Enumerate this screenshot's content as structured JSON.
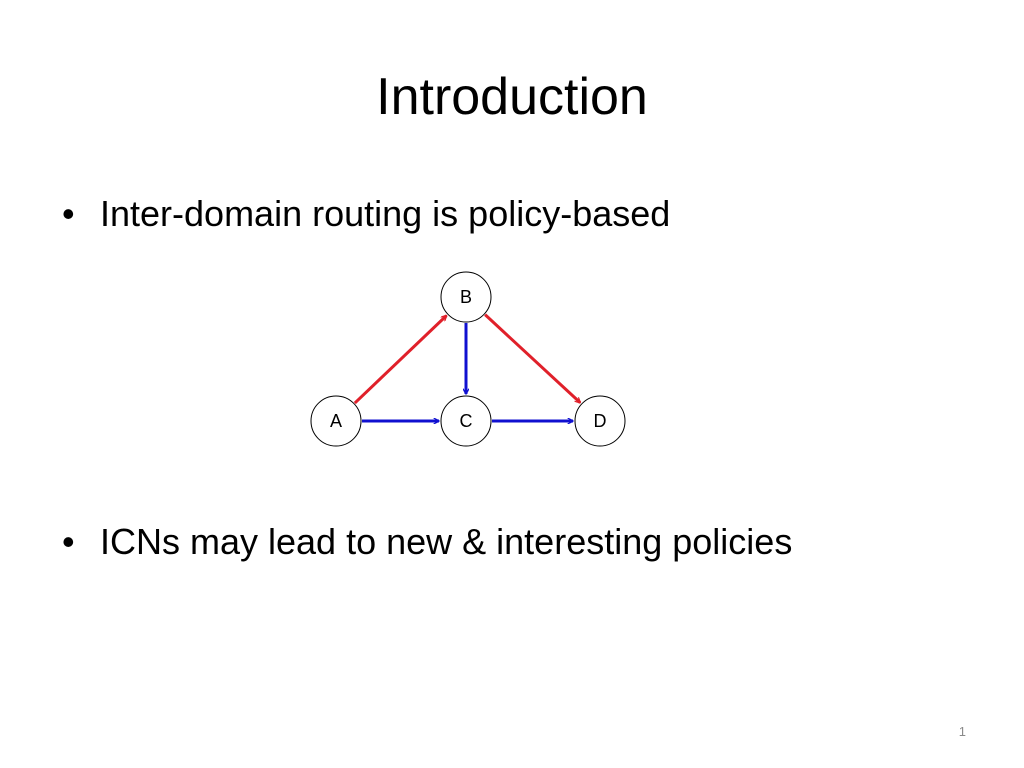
{
  "slide": {
    "title": "Introduction",
    "bullets": [
      "Inter-domain routing is policy-based",
      "ICNs may lead to new & interesting policies"
    ],
    "bullet_glyph": "•",
    "page_number": "1"
  },
  "diagram": {
    "nodes": [
      {
        "id": "A",
        "label": "A"
      },
      {
        "id": "B",
        "label": "B"
      },
      {
        "id": "C",
        "label": "C"
      },
      {
        "id": "D",
        "label": "D"
      }
    ],
    "edges": [
      {
        "from": "A",
        "to": "B",
        "color": "#e0202a"
      },
      {
        "from": "B",
        "to": "D",
        "color": "#e0202a"
      },
      {
        "from": "A",
        "to": "C",
        "color": "#1010d0"
      },
      {
        "from": "B",
        "to": "C",
        "color": "#1010d0"
      },
      {
        "from": "C",
        "to": "D",
        "color": "#1010d0"
      }
    ]
  }
}
